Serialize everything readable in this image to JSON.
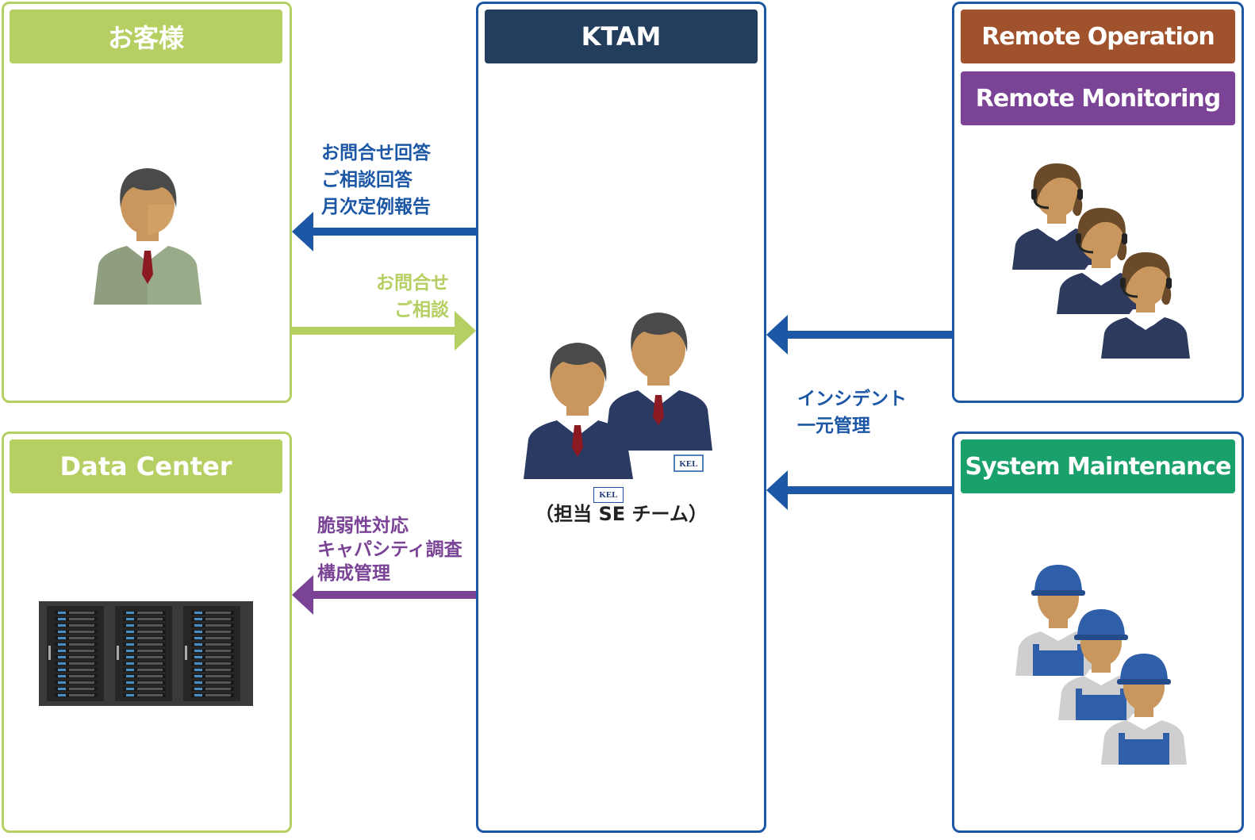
{
  "panels": {
    "customer": {
      "title": "お客様",
      "color": "#b5cf62"
    },
    "datacenter": {
      "title": "Data Center",
      "color": "#b5cf62"
    },
    "ktam": {
      "title": "KTAM",
      "color": "#233e5c",
      "team_label": "（担当 SE チーム）",
      "badge": "KEL"
    },
    "remote_operation": {
      "title": "Remote Operation",
      "color": "#a0522d"
    },
    "remote_monitoring": {
      "title": "Remote Monitoring",
      "color": "#7b4396"
    },
    "system_maintenance": {
      "title": "System Maintenance",
      "color": "#1aa06b"
    }
  },
  "flows": {
    "to_customer": "お問合せ回答\nご相談回答\n月次定例報告",
    "from_customer": "お問合せ\nご相談",
    "to_datacenter": "脆弱性対応\nキャパシティ調査\n構成管理",
    "incident": "インシデント\n一元管理"
  },
  "colors": {
    "blue_arrow": "#1c57a5",
    "green_arrow": "#b5cf62",
    "purple_arrow": "#7b4396"
  }
}
